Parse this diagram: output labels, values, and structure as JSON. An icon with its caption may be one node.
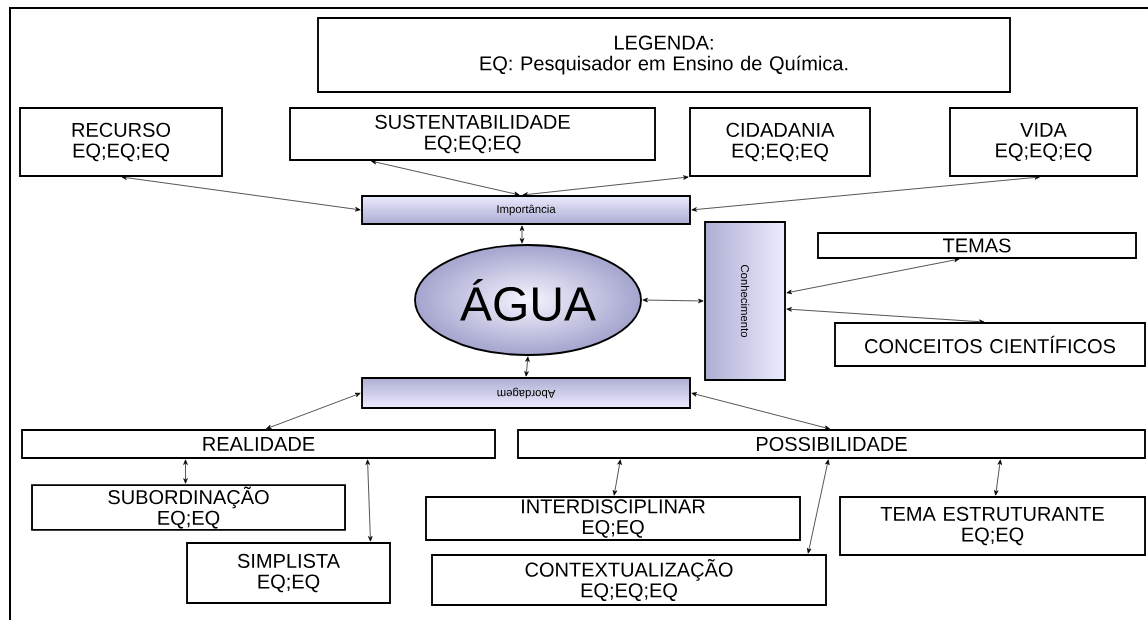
{
  "diagram": {
    "nodes": [
      {
        "text": [
          "LEGENDA:",
          "EQ: Pesquisador em Ensino de Química."
        ]
      },
      {
        "text": [
          "RECURSO",
          "EQ;EQ;EQ"
        ]
      },
      {
        "text": [
          "SUSTENTABILIDADE",
          "EQ;EQ;EQ"
        ]
      },
      {
        "text": [
          "CIDADANIA",
          "EQ;EQ;EQ"
        ]
      },
      {
        "text": [
          "VIDA",
          "EQ;EQ;EQ"
        ]
      },
      {
        "text": [
          "Importância"
        ]
      },
      {
        "text": [
          "ÁGUA"
        ]
      },
      {
        "text": [
          "Conhecimento"
        ]
      },
      {
        "text": [
          "TEMAS"
        ]
      },
      {
        "text": [
          "CONCEITOS CIENTÍFICOS"
        ]
      },
      {
        "text": [
          "Abordagem"
        ]
      },
      {
        "text": [
          "REALIDADE"
        ]
      },
      {
        "text": [
          "POSSIBILIDADE"
        ]
      },
      {
        "text": [
          "SUBORDINAÇÃO",
          "EQ;EQ"
        ]
      },
      {
        "text": [
          "SIMPLISTA",
          "EQ;EQ"
        ]
      },
      {
        "text": [
          "INTERDISCIPLINAR",
          "EQ;EQ"
        ]
      },
      {
        "text": [
          "CONTEXTUALIZAÇÃO",
          "EQ;EQ;EQ"
        ]
      },
      {
        "text": [
          "TEMA ESTRUTURANTE",
          "EQ;EQ"
        ]
      }
    ],
    "edges": [
      {
        "from": 1,
        "to": 5,
        "arrow": "both"
      },
      {
        "from": 2,
        "to": 5,
        "arrow": "both"
      },
      {
        "from": 3,
        "to": 5,
        "arrow": "both"
      },
      {
        "from": 4,
        "to": 5,
        "arrow": "both"
      },
      {
        "from": 5,
        "to": 6,
        "arrow": "both"
      },
      {
        "from": 6,
        "to": 7,
        "arrow": "both"
      },
      {
        "from": 7,
        "to": 8,
        "arrow": "both"
      },
      {
        "from": 7,
        "to": 9,
        "arrow": "both"
      },
      {
        "from": 6,
        "to": 10,
        "arrow": "both"
      },
      {
        "from": 10,
        "to": 11,
        "arrow": "both"
      },
      {
        "from": 10,
        "to": 12,
        "arrow": "both"
      },
      {
        "from": 11,
        "to": 13,
        "arrow": "both"
      },
      {
        "from": 11,
        "to": 14,
        "arrow": "both"
      },
      {
        "from": 12,
        "to": 15,
        "arrow": "both"
      },
      {
        "from": 12,
        "to": 16,
        "arrow": "both"
      },
      {
        "from": 12,
        "to": 17,
        "arrow": "both"
      }
    ]
  }
}
